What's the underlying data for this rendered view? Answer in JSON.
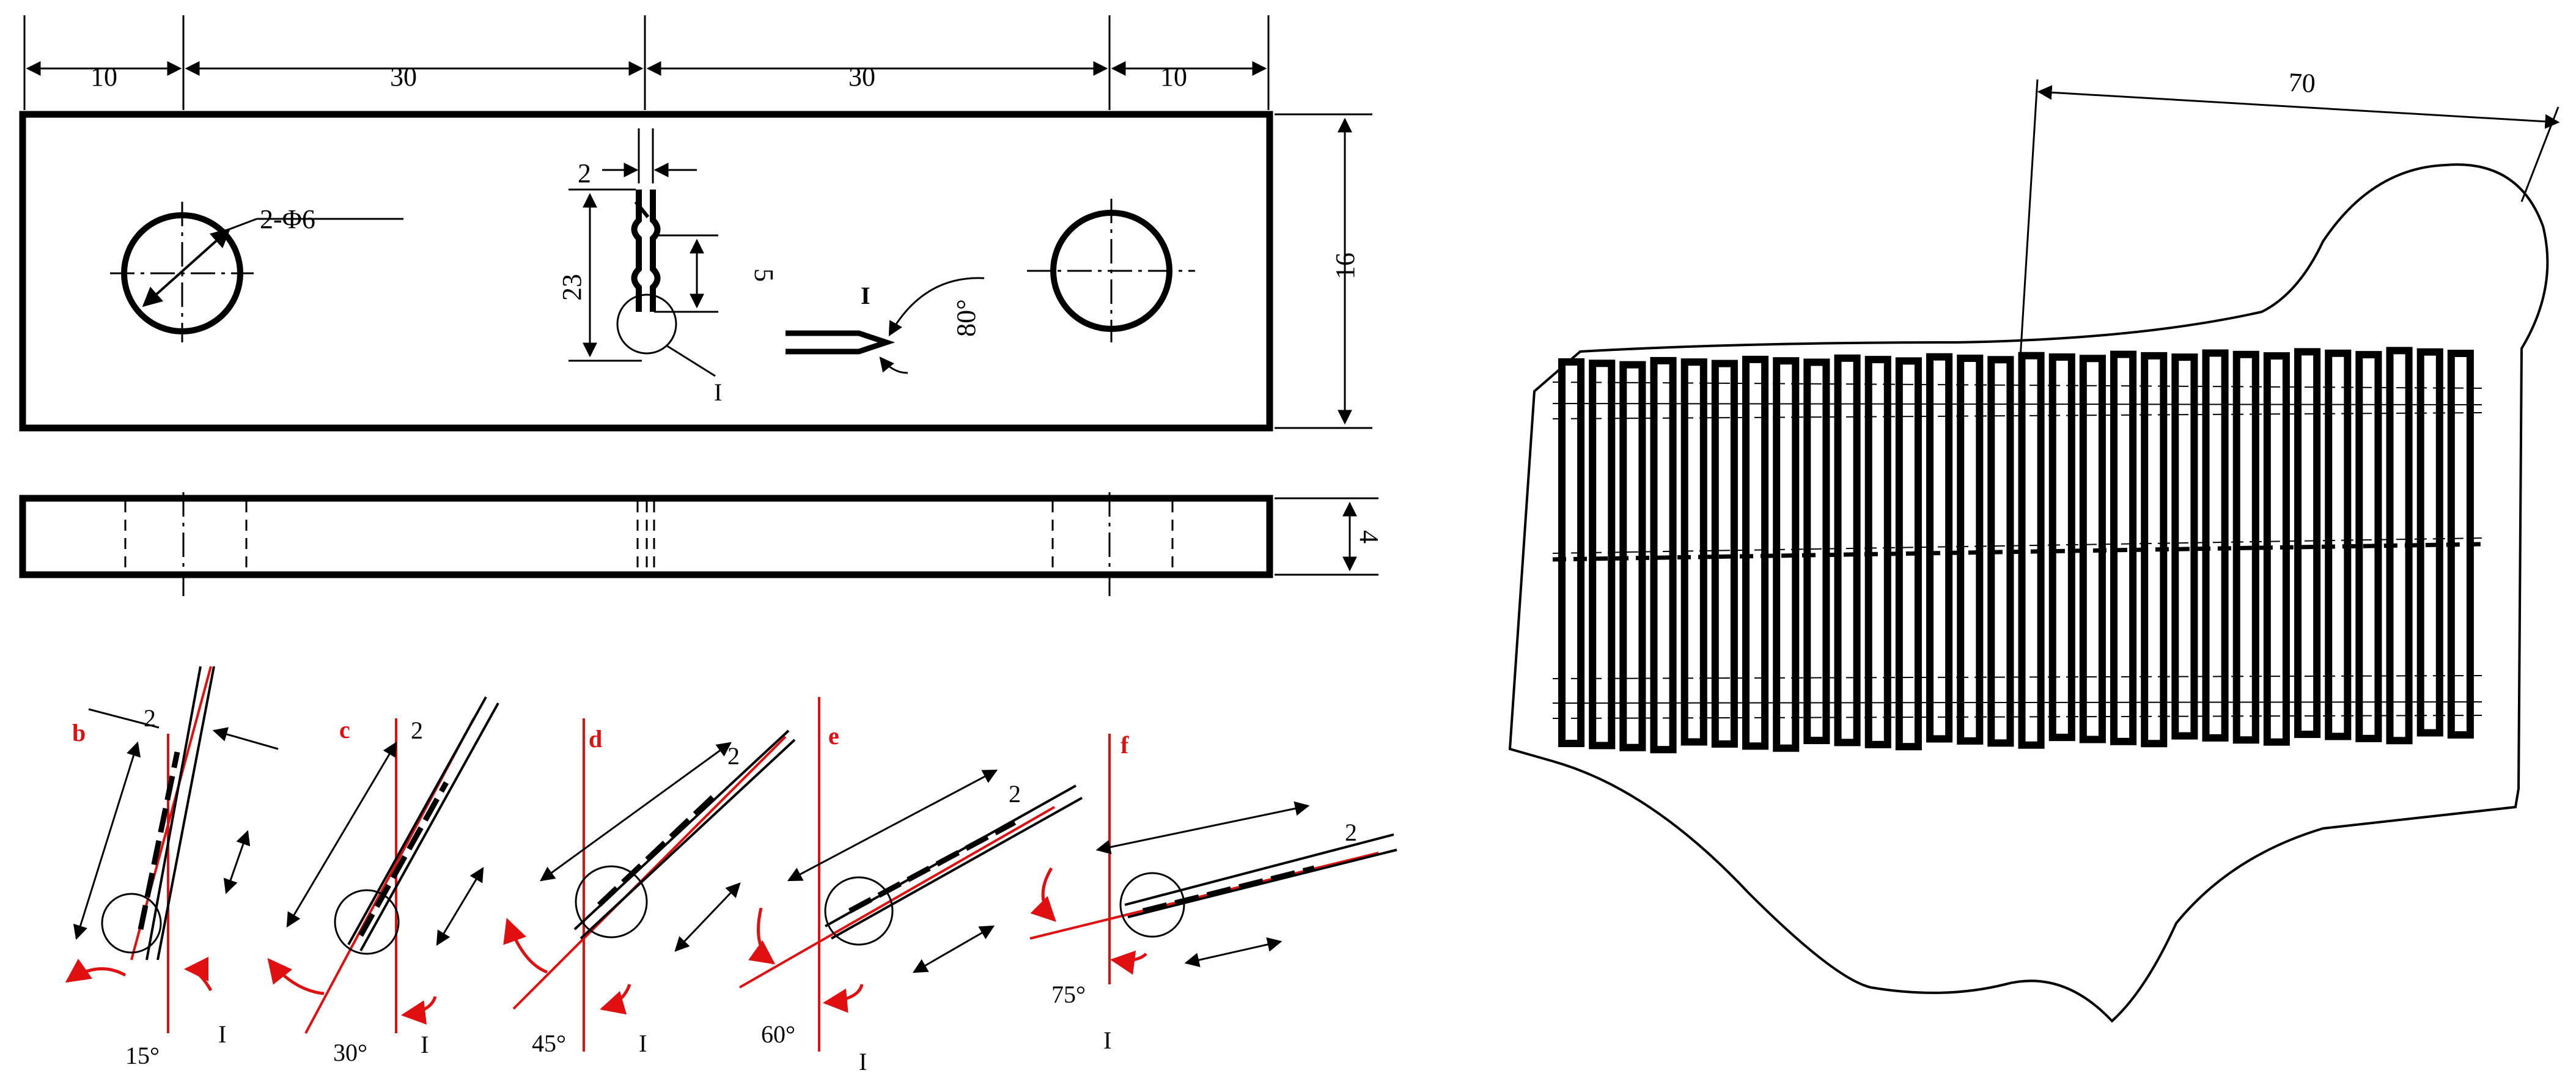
{
  "specimen": {
    "overall_dims": {
      "left_margin": "10",
      "left_span": "30",
      "right_span": "30",
      "right_margin": "10"
    },
    "height_dim": "16",
    "thickness_dim": "4",
    "hole_label": "2-Φ6",
    "notch_width": "2",
    "notch_length": "23",
    "crack_gap": "5",
    "detail_marker": "I",
    "notch_marker": "I",
    "notch_angle": "80°"
  },
  "orientations": [
    {
      "letter": "b",
      "angle": "15°",
      "width": "2",
      "marker": "I"
    },
    {
      "letter": "c",
      "angle": "30°",
      "width": "2",
      "marker": "I"
    },
    {
      "letter": "d",
      "angle": "45°",
      "width": "2",
      "marker": "I"
    },
    {
      "letter": "e",
      "angle": "60°",
      "width": "2",
      "marker": "I"
    },
    {
      "letter": "f",
      "angle": "75°",
      "width": "2",
      "marker": "I"
    }
  ],
  "multi_specimen": {
    "width_dim": "70",
    "strip_count": 30
  },
  "colors": {
    "line": "#000000",
    "accent": "#e01010"
  }
}
